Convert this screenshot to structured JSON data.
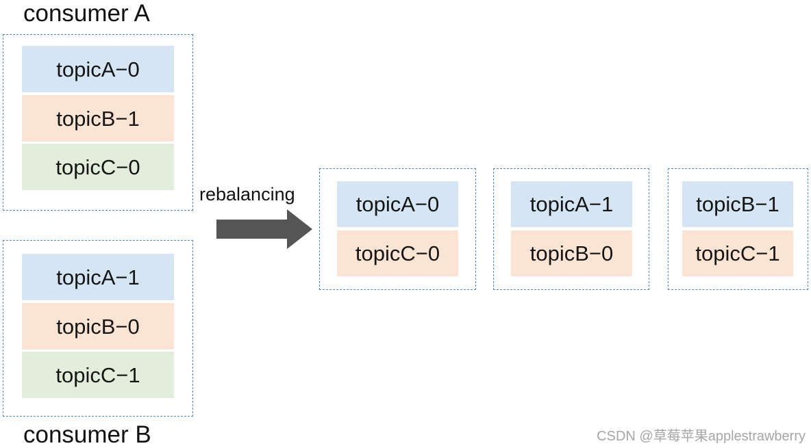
{
  "consumers": {
    "a": {
      "label": "consumer A",
      "partitions": [
        "topicA−0",
        "topicB−1",
        "topicC−0"
      ]
    },
    "b": {
      "label": "consumer B",
      "partitions": [
        "topicA−1",
        "topicB−0",
        "topicC−1"
      ]
    }
  },
  "rebalance": {
    "label": "rebalancing",
    "arrow_color": "#555555"
  },
  "after_rebalance": [
    {
      "partitions": [
        "topicA−0",
        "topicC−0"
      ]
    },
    {
      "partitions": [
        "topicA−1",
        "topicB−0"
      ]
    },
    {
      "partitions": [
        "topicB−1",
        "topicC−1"
      ]
    }
  ],
  "colors": {
    "topicA": "#d5e5f4",
    "topicB": "#fbe4d3",
    "topicC": "#e2eedb",
    "group_border": "#4d88b8"
  },
  "watermark": "CSDN @草莓苹果applestrawberry"
}
